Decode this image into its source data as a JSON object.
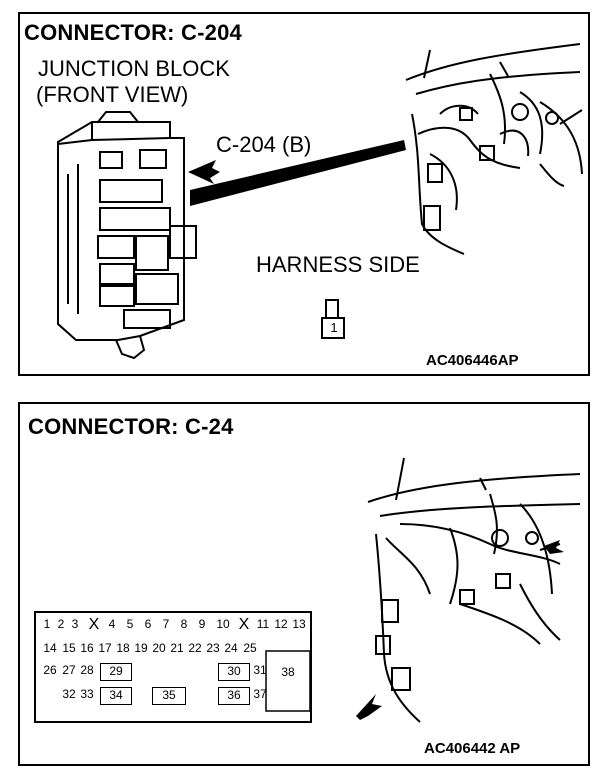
{
  "panel1": {
    "title": "CONNECTOR: C-204",
    "subtitle_line1": "JUNCTION BLOCK",
    "subtitle_line2": "(FRONT VIEW)",
    "callout": "C-204 (B)",
    "harness_side": "HARNESS SIDE",
    "pin_label": "1",
    "figure_code": "AC406446AP"
  },
  "panel2": {
    "title": "CONNECTOR: C-24",
    "figure_code": "AC406442 AP",
    "pins_row1": [
      "1",
      "2",
      "3",
      "X",
      "4",
      "5",
      "6",
      "7",
      "8",
      "9",
      "10",
      "X",
      "11",
      "12",
      "13"
    ],
    "pins_row2": [
      "14",
      "15",
      "16",
      "17",
      "18",
      "19",
      "20",
      "21",
      "22",
      "23",
      "24",
      "25"
    ],
    "pins_row3": [
      "26",
      "27",
      "28",
      "29",
      "30",
      "31"
    ],
    "pins_row4": [
      "32",
      "33",
      "34",
      "35",
      "36",
      "37"
    ],
    "pin_large": "38"
  }
}
